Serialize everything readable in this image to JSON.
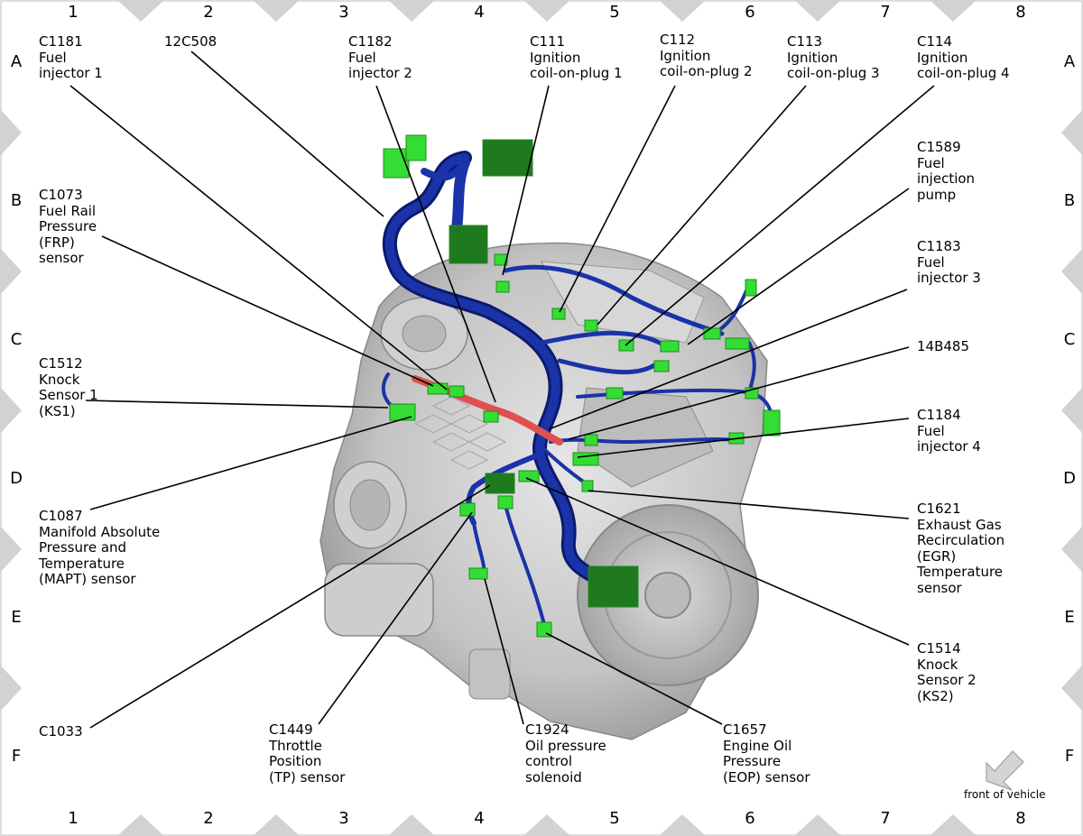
{
  "grid": {
    "columns": [
      "1",
      "2",
      "3",
      "4",
      "5",
      "6",
      "7",
      "8"
    ],
    "rows": [
      "A",
      "B",
      "C",
      "D",
      "E",
      "F"
    ]
  },
  "labels": [
    {
      "id": "c1181",
      "code": "C1181",
      "desc": "Fuel\ninjector 1"
    },
    {
      "id": "12c508",
      "code": "12C508",
      "desc": ""
    },
    {
      "id": "c1182",
      "code": "C1182",
      "desc": "Fuel\ninjector 2"
    },
    {
      "id": "c111",
      "code": "C111",
      "desc": "Ignition\ncoil-on-plug 1"
    },
    {
      "id": "c112",
      "code": "C112",
      "desc": "Ignition\ncoil-on-plug 2"
    },
    {
      "id": "c113",
      "code": "C113",
      "desc": "Ignition\ncoil-on-plug 3"
    },
    {
      "id": "c114",
      "code": "C114",
      "desc": "Ignition\ncoil-on-plug 4"
    },
    {
      "id": "c1073",
      "code": "C1073",
      "desc": "Fuel Rail\nPressure\n(FRP)\nsensor"
    },
    {
      "id": "c1589",
      "code": "C1589",
      "desc": "Fuel\ninjection\npump"
    },
    {
      "id": "c1183",
      "code": "C1183",
      "desc": "Fuel\ninjector 3"
    },
    {
      "id": "14b485",
      "code": "14B485",
      "desc": ""
    },
    {
      "id": "c1512",
      "code": "C1512",
      "desc": "Knock\nSensor 1\n(KS1)"
    },
    {
      "id": "c1184",
      "code": "C1184",
      "desc": "Fuel\ninjector 4"
    },
    {
      "id": "c1087",
      "code": "C1087",
      "desc": "Manifold Absolute\nPressure and\nTemperature\n(MAPT) sensor"
    },
    {
      "id": "c1621",
      "code": "C1621",
      "desc": "Exhaust Gas\nRecirculation\n(EGR)\nTemperature\nsensor"
    },
    {
      "id": "c1514",
      "code": "C1514",
      "desc": "Knock\nSensor 2\n(KS2)"
    },
    {
      "id": "c1033",
      "code": "C1033",
      "desc": ""
    },
    {
      "id": "c1449",
      "code": "C1449",
      "desc": "Throttle\nPosition\n(TP) sensor"
    },
    {
      "id": "c1924",
      "code": "C1924",
      "desc": "Oil pressure\ncontrol\nsolenoid"
    },
    {
      "id": "c1657",
      "code": "C1657",
      "desc": "Engine Oil\nPressure\n(EOP) sensor"
    }
  ],
  "front_indicator": {
    "label": "front of vehicle",
    "icon": "arrow-icon"
  },
  "colors": {
    "harness_main": "#1a33a8",
    "harness_dark": "#0c1a6e",
    "connector": "#33dd33",
    "connector_dark": "#1e8a1e",
    "module": "#1f7a1f",
    "red_harness": "#e05050",
    "engine": "#c9c9c9",
    "engine_dark": "#8e8e8e",
    "border_marker": "#d0d0d0"
  }
}
